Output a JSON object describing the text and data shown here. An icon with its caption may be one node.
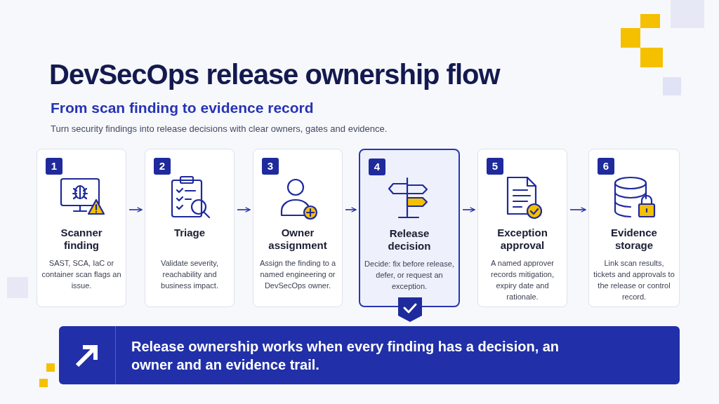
{
  "diagram": {
    "title": "DevSecOps release ownership flow",
    "nodes": [
      {
        "text": [
          "1",
          "Scanner finding",
          "SAST, SCA, IaC or container scan flags an issue."
        ]
      },
      {
        "text": [
          "2",
          "Triage",
          "Validate severity, reachability and business impact."
        ]
      },
      {
        "text": [
          "3",
          "Owner assignment",
          "Assign the finding to a named engineering or DevSecOps owner."
        ]
      },
      {
        "text": [
          "4",
          "Release decision",
          "Decide: fix before release, defer, or request an exception."
        ]
      },
      {
        "text": [
          "5",
          "Exception approval",
          "A named approver records mitigation, expiry date and rationale."
        ]
      },
      {
        "text": [
          "6",
          "Evidence storage",
          "Link scan results, tickets and approvals to the release or control record."
        ]
      },
      {
        "text": [
          "Release ownership works when every finding has a decision, an owner and an evidence trail."
        ]
      }
    ],
    "edges": [
      {
        "from": 0,
        "to": 1,
        "arrow": "to"
      },
      {
        "from": 1,
        "to": 2,
        "arrow": "to"
      },
      {
        "from": 2,
        "to": 3,
        "arrow": "to"
      },
      {
        "from": 3,
        "to": 4,
        "arrow": "to"
      },
      {
        "from": 4,
        "to": 5,
        "arrow": "to"
      }
    ],
    "labels": [
      "From scan finding to evidence record",
      "Turn security findings into release decisions with clear owners, gates and evidence."
    ]
  }
}
